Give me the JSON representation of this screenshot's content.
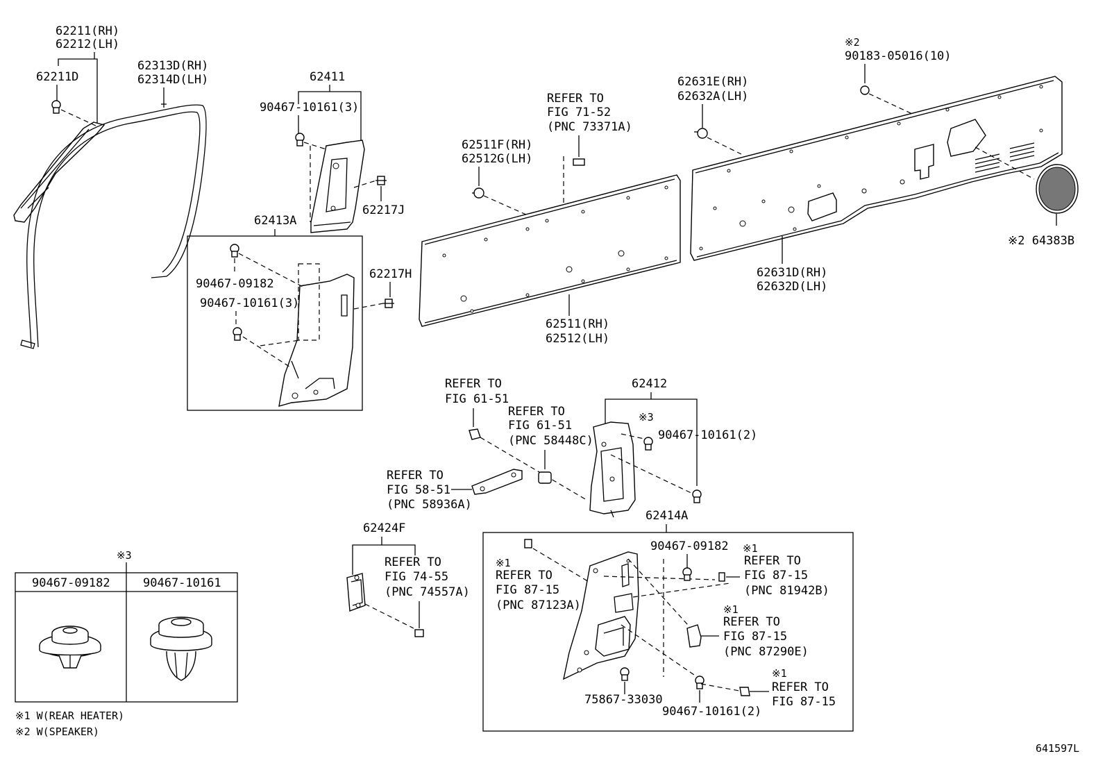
{
  "labels": {
    "p62211_rh": "62211(RH)",
    "p62212_lh": "62212(LH)",
    "p62211d": "62211D",
    "p62313d_rh": "62313D(RH)",
    "p62314d_lh": "62314D(LH)",
    "p62411": "62411",
    "p90467_10161_3a": "90467-10161(3)",
    "p62217j": "62217J",
    "p62413a": "62413A",
    "p90467_09182_a": "90467-09182",
    "p90467_10161_3b": "90467-10161(3)",
    "p62217h": "62217H",
    "refer_7152_a": "REFER TO",
    "refer_7152_b": "FIG 71-52",
    "refer_7152_c": "(PNC 73371A)",
    "p62511f_rh": "62511F(RH)",
    "p62512g_lh": "62512G(LH)",
    "p62511_rh": "62511(RH)",
    "p62512_lh": "62512(LH)",
    "note2_top": "※2",
    "p90183": "90183-05016(10)",
    "p62631e_rh": "62631E(RH)",
    "p62632a_lh": "62632A(LH)",
    "p62631d_rh": "62631D(RH)",
    "p62632d_lh": "62632D(LH)",
    "p64383b": "※2 64383B",
    "refer_6151_a1": "REFER TO",
    "refer_6151_a2": "FIG 61-51",
    "refer_6151_b1": "REFER TO",
    "refer_6151_b2": "FIG 61-51",
    "refer_6151_b3": "(PNC 58448C)",
    "p62412": "62412",
    "note3_a": "※3",
    "p90467_10161_2a": "90467-10161(2)",
    "refer_5851_1": "REFER TO",
    "refer_5851_2": "FIG 58-51",
    "refer_5851_3": "(PNC 58936A)",
    "p62414a": "62414A",
    "p62424f": "62424F",
    "refer_7455_1": "REFER TO",
    "refer_7455_2": "FIG 74-55",
    "refer_7455_3": "(PNC 74557A)",
    "note1_a": "※1",
    "refer_8715a_1": "REFER TO",
    "refer_8715a_2": "FIG 87-15",
    "refer_8715a_3": "(PNC 87123A)",
    "p90467_09182_b": "90467-09182",
    "note1_b": "※1",
    "refer_8715b_1": "REFER TO",
    "refer_8715b_2": "FIG 87-15",
    "refer_8715b_3": "(PNC 81942B)",
    "note1_c": "※1",
    "refer_8715c_1": "REFER TO",
    "refer_8715c_2": "FIG 87-15",
    "refer_8715c_3": "(PNC 87290E)",
    "note1_d": "※1",
    "refer_8715d_1": "REFER TO",
    "refer_8715d_2": "FIG 87-15",
    "p75867": "75867-33030",
    "p90467_10161_2b": "90467-10161(2)",
    "note3_b": "※3",
    "legend_col1": "90467-09182",
    "legend_col2": "90467-10161",
    "footnote1": "※1 W(REAR HEATER)",
    "footnote2": "※2 W(SPEAKER)",
    "diagram_id": "641597L"
  }
}
